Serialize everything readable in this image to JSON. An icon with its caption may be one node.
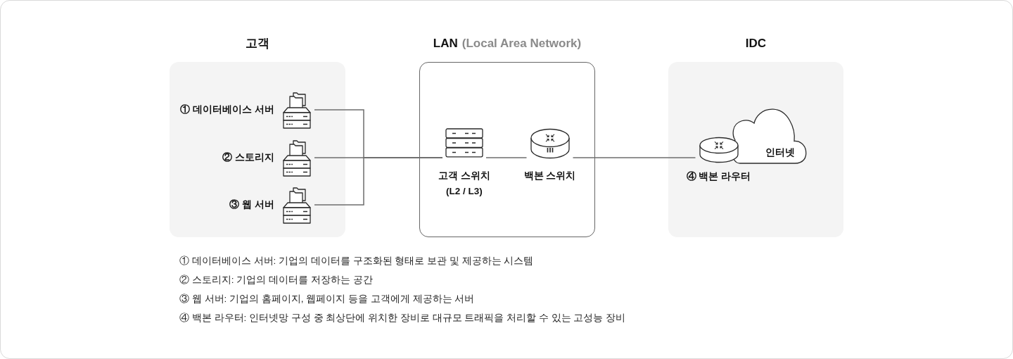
{
  "diagram": {
    "nodes": [
      {
        "text": [
          "고객"
        ]
      },
      {
        "text": [
          "① 데이터베이스 서버"
        ],
        "in": 0
      },
      {
        "text": [
          "② 스토리지"
        ],
        "in": 0
      },
      {
        "text": [
          "③ 웹 서버"
        ],
        "in": 0
      },
      {
        "text": [
          "LAN",
          "(Local Area Network)"
        ]
      },
      {
        "text": [
          "고객 스위치 (L2 / L3)"
        ],
        "in": 4
      },
      {
        "text": [
          "백본 스위치"
        ],
        "in": 4
      },
      {
        "text": [
          "IDC"
        ]
      },
      {
        "text": [
          "인터넷"
        ],
        "in": 7
      },
      {
        "text": [
          "④ 백본 라우터"
        ],
        "in": 7
      }
    ],
    "edges": [
      {
        "from": 1,
        "to": 5,
        "arrow": "none"
      },
      {
        "from": 2,
        "to": 5,
        "arrow": "none"
      },
      {
        "from": 3,
        "to": 5,
        "arrow": "none"
      },
      {
        "from": 5,
        "to": 6,
        "arrow": "none"
      },
      {
        "from": 6,
        "to": 9,
        "arrow": "none"
      }
    ],
    "labels": [
      "① 데이터베이스 서버: 기업의 데이터를 구조화된 형태로 보관 및 제공하는 시스템",
      "② 스토리지: 기업의 데이터를 저장하는 공간",
      "③ 웹 서버: 기업의 홈페이지, 웹페이지 등을 고객에게 제공하는 서버",
      "④ 백본 라우터: 인터넷망 구성 중 최상단에 위치한 장비로 대규모 트래픽을 처리할 수 있는 고성능 장비"
    ]
  }
}
